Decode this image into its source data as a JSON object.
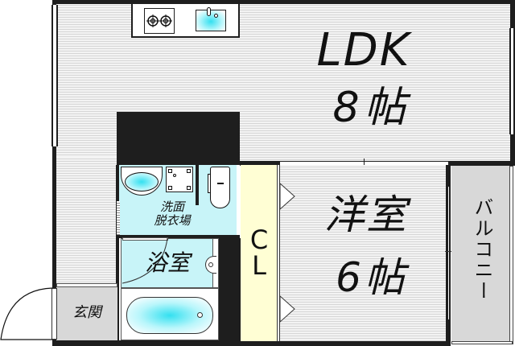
{
  "floorplan": {
    "rooms": {
      "ldk": {
        "name": "LDK",
        "size": "8帖"
      },
      "western_room": {
        "name": "洋室",
        "size": "6帖"
      },
      "closet": {
        "name": "C",
        "name2": "L"
      },
      "balcony": {
        "name": "バルコニー"
      },
      "washroom": {
        "line1": "洗面",
        "line2": "脱衣場"
      },
      "bathroom": {
        "name": "浴室"
      },
      "entrance": {
        "name": "玄関"
      }
    },
    "fixtures": [
      "gas-stove",
      "kitchen-sink",
      "wash-basin",
      "washing-machine-pan",
      "toilet",
      "bathtub"
    ],
    "colors": {
      "wall": "#1e1e1e",
      "floor_stripes": "#e6e6e6",
      "wet_area": "#c8f4f8",
      "closet": "#fffed4",
      "balcony_entrance": "#d8d8d8",
      "water_accent": "#33e0f0"
    }
  }
}
